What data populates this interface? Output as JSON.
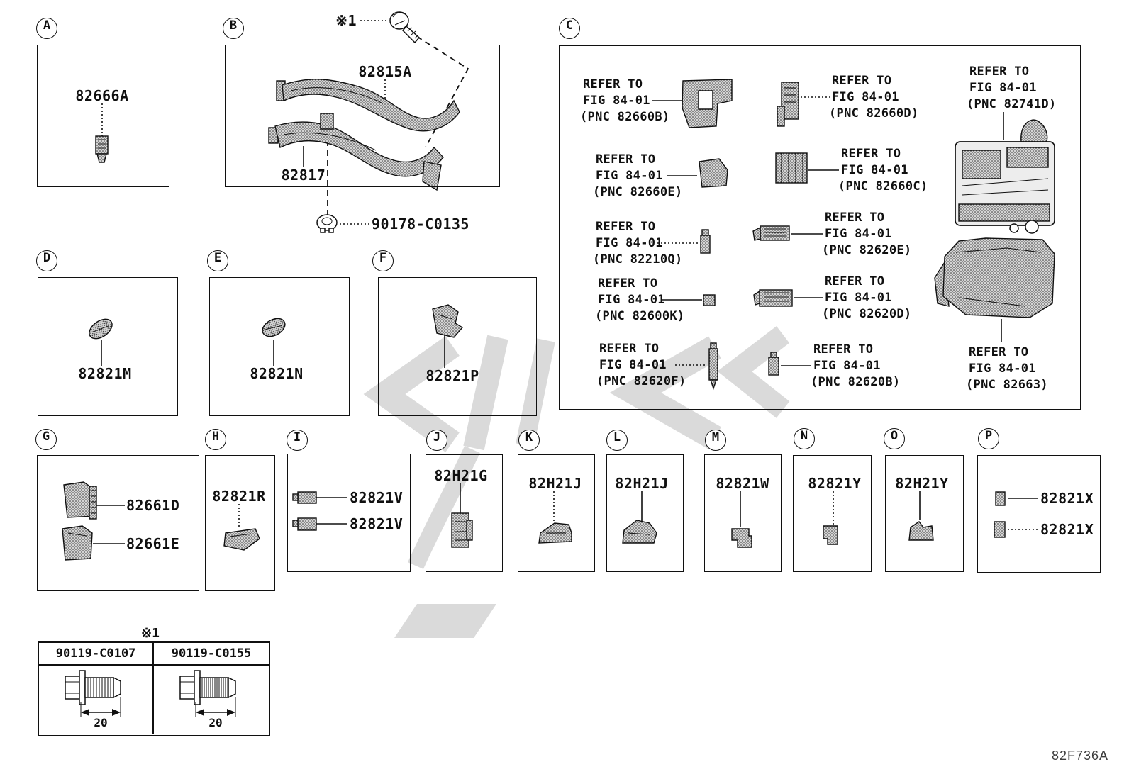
{
  "doc": {
    "code": "82F736A"
  },
  "colors": {
    "ink": "#101010",
    "watermark": "#c8c8c8",
    "paper": "#ffffff"
  },
  "panels": {
    "a": {
      "letter": "A",
      "part": "82666A"
    },
    "b": {
      "letter": "B",
      "upper": "82815A",
      "lower": "82817",
      "screw_note": "※1",
      "grommet_part": "90178-C0135"
    },
    "c": {
      "letter": "C",
      "refs": [
        {
          "l1": "REFER TO",
          "l2": "FIG 84-01",
          "l3": "(PNC 82660B)"
        },
        {
          "l1": "REFER TO",
          "l2": "FIG 84-01",
          "l3": "(PNC 82660E)"
        },
        {
          "l1": "REFER TO",
          "l2": "FIG 84-01",
          "l3": "(PNC 82210Q)"
        },
        {
          "l1": "REFER TO",
          "l2": "FIG 84-01",
          "l3": "(PNC 82600K)"
        },
        {
          "l1": "REFER TO",
          "l2": "FIG 84-01",
          "l3": "(PNC 82620F)"
        },
        {
          "l1": "REFER TO",
          "l2": "FIG 84-01",
          "l3": "(PNC 82660D)"
        },
        {
          "l1": "REFER TO",
          "l2": "FIG 84-01",
          "l3": "(PNC 82660C)"
        },
        {
          "l1": "REFER TO",
          "l2": "FIG 84-01",
          "l3": "(PNC 82620E)"
        },
        {
          "l1": "REFER TO",
          "l2": "FIG 84-01",
          "l3": "(PNC 82620D)"
        },
        {
          "l1": "REFER TO",
          "l2": "FIG 84-01",
          "l3": "(PNC 82620B)"
        },
        {
          "l1": "REFER TO",
          "l2": "FIG 84-01",
          "l3": "(PNC 82741D)"
        },
        {
          "l1": "REFER TO",
          "l2": "FIG 84-01",
          "l3": "(PNC 82663)"
        }
      ]
    },
    "d": {
      "letter": "D",
      "part": "82821M"
    },
    "e": {
      "letter": "E",
      "part": "82821N"
    },
    "f": {
      "letter": "F",
      "part": "82821P"
    },
    "g": {
      "letter": "G",
      "parts": [
        "82661D",
        "82661E"
      ]
    },
    "h": {
      "letter": "H",
      "part": "82821R"
    },
    "i": {
      "letter": "I",
      "parts": [
        "82821V",
        "82821V"
      ]
    },
    "j": {
      "letter": "J",
      "part": "82H21G"
    },
    "k": {
      "letter": "K",
      "part": "82H21J"
    },
    "l": {
      "letter": "L",
      "part": "82H21J"
    },
    "m": {
      "letter": "M",
      "part": "82821W"
    },
    "n": {
      "letter": "N",
      "part": "82821Y"
    },
    "o": {
      "letter": "O",
      "part": "82H21Y"
    },
    "p": {
      "letter": "P",
      "parts": [
        "82821X",
        "82821X"
      ]
    }
  },
  "bolt_table": {
    "note": "※1",
    "columns": [
      {
        "part": "90119-C0107",
        "length": "20"
      },
      {
        "part": "90119-C0155",
        "length": "20"
      }
    ]
  }
}
